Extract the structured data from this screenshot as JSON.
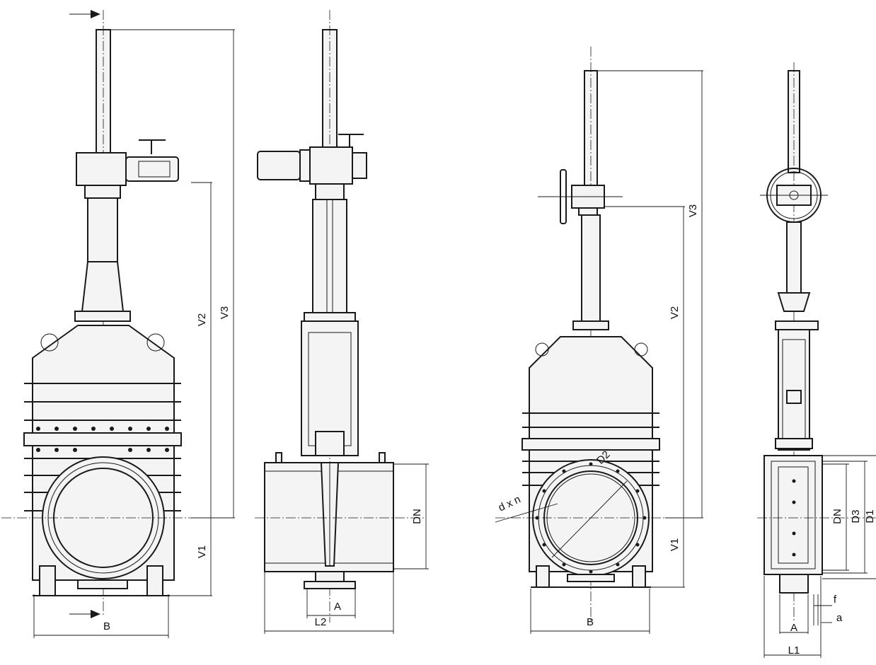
{
  "labels": {
    "v3": "V3",
    "v2": "V2",
    "v1": "V1",
    "b": "B",
    "dn": "DN",
    "a": "A",
    "l2": "L2",
    "d2": "D2",
    "dxn": "d x n",
    "d3": "D3",
    "d1": "D1",
    "f": "f",
    "a_small": "a",
    "l1": "L1"
  },
  "colors": {
    "line": "#1a1a1a",
    "fill": "#f4f4f4"
  }
}
